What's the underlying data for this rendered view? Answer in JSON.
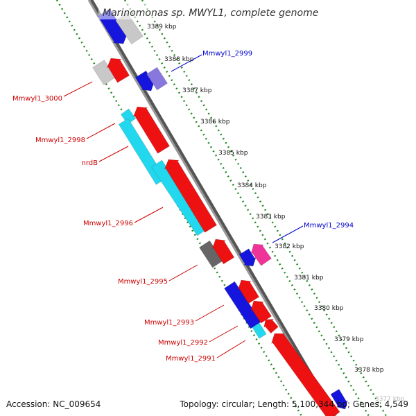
{
  "title": "Marinomonas sp. MWYL1, complete genome",
  "footer": {
    "accession": "Accession: NC_009654",
    "summary": "Topology: circular; Length: 5,100,344 bp; Genes: 4,549"
  },
  "scale": {
    "unit": "kbp",
    "ticks": [
      "3389 kbp",
      "3388 kbp",
      "3387 kbp",
      "3386 kbp",
      "3385 kbp",
      "3384 kbp",
      "3383 kbp",
      "3382 kbp",
      "3381 kbp",
      "3380 kbp",
      "3379 kbp",
      "3378 kbp",
      "3377 kbp"
    ]
  },
  "colors": {
    "forward_gene": "#ee1111",
    "reverse_gene": "#1515dd",
    "cds_cyan": "#22d8ee",
    "pseudo_grey": "#c8c8c8",
    "dark_grey": "#666666",
    "violet": "#8877dd",
    "magenta": "#ee3399",
    "backbone": "#888888",
    "dotted_track": "#228822",
    "label_forward": "#cc0000",
    "label_reverse": "#0000cc"
  },
  "gene_labels": [
    {
      "name": "Mmwyl1_2999",
      "strand": "reverse"
    },
    {
      "name": "Mmwyl1_3000",
      "strand": "forward"
    },
    {
      "name": "Mmwyl1_2998",
      "strand": "forward"
    },
    {
      "name": "nrdB",
      "strand": "forward"
    },
    {
      "name": "Mmwyl1_2994",
      "strand": "reverse"
    },
    {
      "name": "Mmwyl1_2996",
      "strand": "forward"
    },
    {
      "name": "Mmwyl1_2995",
      "strand": "forward"
    },
    {
      "name": "Mmwyl1_2993",
      "strand": "forward"
    },
    {
      "name": "Mmwyl1_2992",
      "strand": "forward"
    },
    {
      "name": "Mmwyl1_2991",
      "strand": "forward"
    }
  ]
}
